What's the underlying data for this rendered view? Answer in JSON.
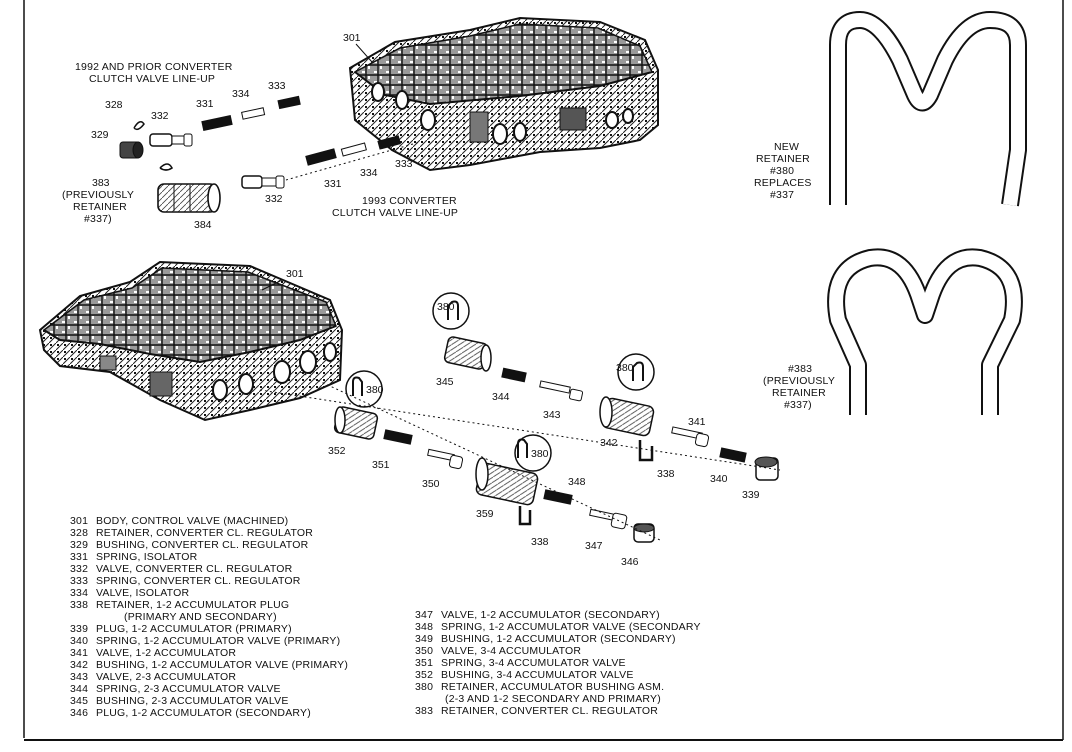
{
  "captions": {
    "old_lineup": [
      "1992 AND PRIOR CONVERTER",
      "CLUTCH VALVE LINE-UP"
    ],
    "new_lineup": [
      "1993 CONVERTER",
      "CLUTCH VALVE LINE-UP"
    ],
    "previously_retainer": [
      "(PREVIOUSLY",
      "RETAINER",
      "#337)"
    ],
    "new_retainer": [
      "NEW",
      "RETAINER",
      "#380",
      "REPLACES",
      "#337"
    ],
    "retainer_383": [
      "#383",
      "(PREVIOUSLY",
      "RETAINER",
      "#337)"
    ]
  },
  "callouts": {
    "c301a": "301",
    "c328": "328",
    "c332a": "332",
    "c331a": "331",
    "c334a": "334",
    "c333a": "333",
    "c329": "329",
    "c383": "383",
    "c384": "384",
    "c332b": "332",
    "c331b": "331",
    "c334b": "334",
    "c333b": "333",
    "c301b": "301",
    "c380a": "380",
    "c380b": "380",
    "c380c": "380",
    "c380d": "380",
    "c345": "345",
    "c344": "344",
    "c343": "343",
    "c342": "342",
    "c341": "341",
    "c338a": "338",
    "c340": "340",
    "c339": "339",
    "c352": "352",
    "c351": "351",
    "c350": "350",
    "c359": "359",
    "c348": "348",
    "c338b": "338",
    "c347": "347",
    "c346": "346"
  },
  "legend_left": [
    {
      "num": "301",
      "text": "BODY, CONTROL VALVE (MACHINED)"
    },
    {
      "num": "328",
      "text": "RETAINER, CONVERTER CL. REGULATOR"
    },
    {
      "num": "329",
      "text": "BUSHING, CONVERTER CL. REGULATOR"
    },
    {
      "num": "331",
      "text": "SPRING, ISOLATOR"
    },
    {
      "num": "332",
      "text": "VALVE, CONVERTER CL. REGULATOR"
    },
    {
      "num": "333",
      "text": "SPRING, CONVERTER CL. REGULATOR"
    },
    {
      "num": "334",
      "text": "VALVE, ISOLATOR"
    },
    {
      "num": "338",
      "text": "RETAINER, 1-2 ACCUMULATOR PLUG"
    },
    {
      "num": "",
      "text": "(PRIMARY AND SECONDARY)"
    },
    {
      "num": "339",
      "text": "PLUG, 1-2 ACCUMULATOR (PRIMARY)"
    },
    {
      "num": "340",
      "text": "SPRING, 1-2 ACCUMULATOR VALVE (PRIMARY)"
    },
    {
      "num": "341",
      "text": "VALVE, 1-2 ACCUMULATOR"
    },
    {
      "num": "342",
      "text": "BUSHING, 1-2 ACCUMULATOR VALVE (PRIMARY)"
    },
    {
      "num": "343",
      "text": "VALVE, 2-3 ACCUMULATOR"
    },
    {
      "num": "344",
      "text": "SPRING, 2-3 ACCUMULATOR VALVE"
    },
    {
      "num": "345",
      "text": "BUSHING, 2-3 ACCUMULATOR VALVE"
    },
    {
      "num": "346",
      "text": "PLUG, 1-2 ACCUMULATOR (SECONDARY)"
    }
  ],
  "legend_right": [
    {
      "num": "347",
      "text": "VALVE, 1-2 ACCUMULATOR (SECONDARY)"
    },
    {
      "num": "348",
      "text": "SPRING, 1-2 ACCUMULATOR VALVE (SECONDARY"
    },
    {
      "num": "349",
      "text": "BUSHING, 1-2 ACCUMULATOR (SECONDARY)"
    },
    {
      "num": "350",
      "text": "VALVE, 3-4 ACCUMULATOR"
    },
    {
      "num": "351",
      "text": "SPRING, 3-4 ACCUMULATOR VALVE"
    },
    {
      "num": "352",
      "text": "BUSHING, 3-4 ACCUMULATOR VALVE"
    },
    {
      "num": "380",
      "text": "RETAINER, ACCUMULATOR BUSHING ASM."
    },
    {
      "num": "",
      "text": "(2-3 AND 1-2 SECONDARY AND PRIMARY)"
    },
    {
      "num": "383",
      "text": "RETAINER, CONVERTER CL. REGULATOR"
    }
  ]
}
